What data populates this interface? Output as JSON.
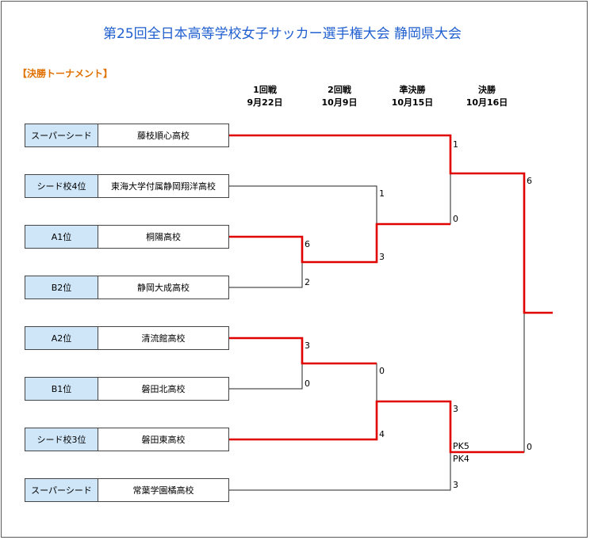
{
  "title": "第25回全日本高等学校女子サッカー選手権大会 静岡県大会",
  "section_label": "【決勝トーナメント】",
  "rounds": [
    {
      "name": "1回戦",
      "date": "9月22日"
    },
    {
      "name": "2回戦",
      "date": "10月9日"
    },
    {
      "name": "準決勝",
      "date": "10月15日"
    },
    {
      "name": "決勝",
      "date": "10月16日"
    }
  ],
  "teams": [
    {
      "seed": "スーパーシード",
      "name": "藤枝順心高校"
    },
    {
      "seed": "シード校4位",
      "name": "東海大学付属静岡翔洋高校"
    },
    {
      "seed": "A1位",
      "name": "桐陽高校"
    },
    {
      "seed": "B2位",
      "name": "静岡大成高校"
    },
    {
      "seed": "A2位",
      "name": "清流館高校"
    },
    {
      "seed": "B1位",
      "name": "磐田北高校"
    },
    {
      "seed": "シード校3位",
      "name": "磐田東高校"
    },
    {
      "seed": "スーパーシード",
      "name": "常葉学園橘高校"
    }
  ],
  "scores": {
    "r1_m1_top": "6",
    "r1_m1_bottom": "2",
    "r1_m2_top": "3",
    "r1_m2_bottom": "0",
    "r2_m1_top": "1",
    "r2_m1_bottom": "3",
    "r2_m2_top": "0",
    "r2_m2_bottom": "4",
    "sf_m1_top": "1",
    "sf_m1_bottom": "0",
    "sf_m2_top": "3",
    "sf_m2_pk_top": "PK5",
    "sf_m2_pk_bottom": "PK4",
    "sf_m2_bottom": "3",
    "final_top": "6",
    "final_bottom": "0"
  },
  "colors": {
    "title": "#1f5fd0",
    "section": "#e07000",
    "seed_bg": "#cfe6f8",
    "winner_line": "#e00000"
  }
}
